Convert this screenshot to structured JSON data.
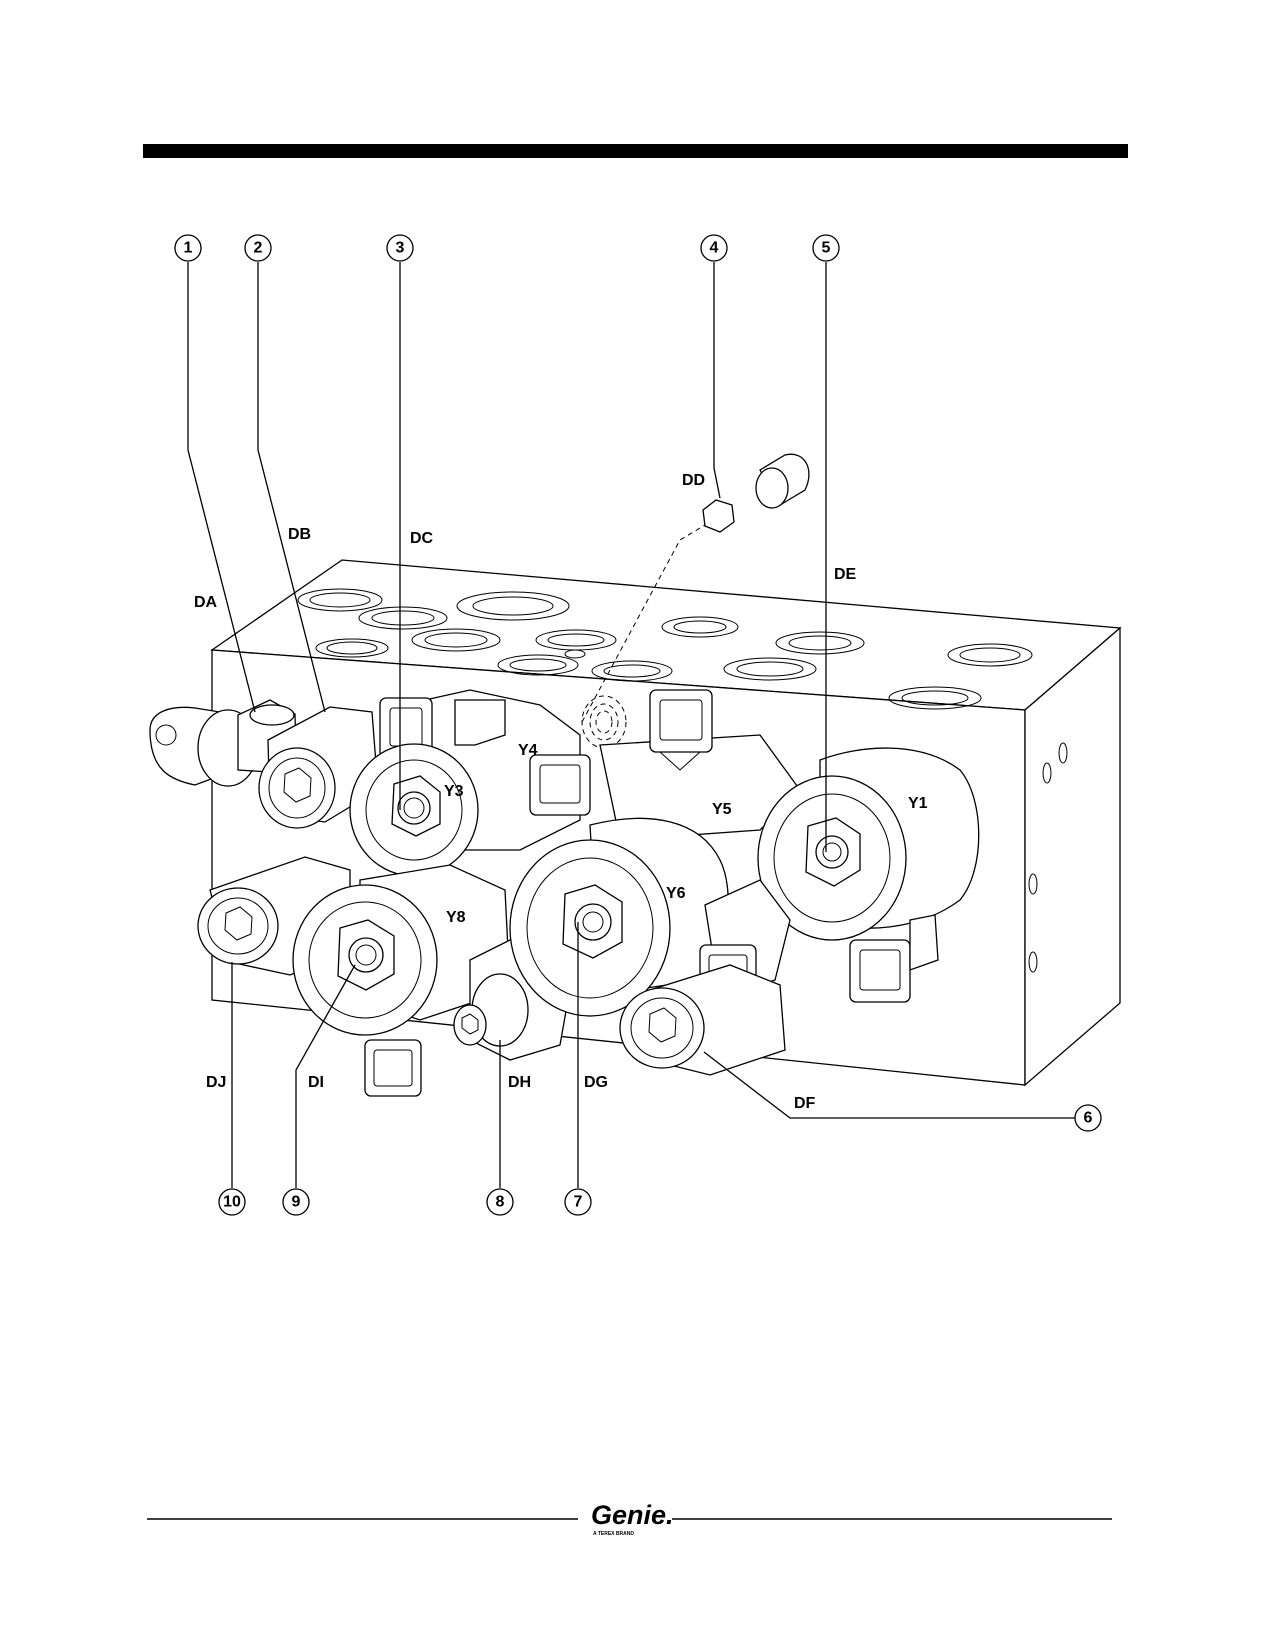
{
  "callouts": [
    "1",
    "2",
    "3",
    "4",
    "5",
    "6",
    "7",
    "8",
    "9",
    "10"
  ],
  "labels": {
    "DA": "DA",
    "DB": "DB",
    "DC": "DC",
    "DD": "DD",
    "DE": "DE",
    "DF": "DF",
    "DG": "DG",
    "DH": "DH",
    "DI": "DI",
    "DJ": "DJ",
    "Y1": "Y1",
    "Y3": "Y3",
    "Y4": "Y4",
    "Y5": "Y5",
    "Y6": "Y6",
    "Y8": "Y8"
  },
  "footer": {
    "brand": "Genie.",
    "tagline": "A TEREX BRAND"
  }
}
